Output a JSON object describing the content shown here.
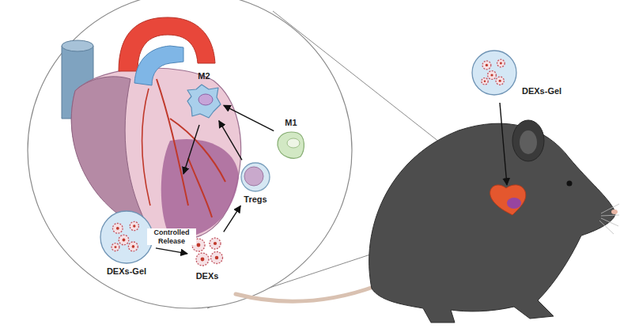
{
  "diagram": {
    "nodes": [
      {
        "text": [
          "M2"
        ]
      },
      {
        "text": [
          "M1"
        ]
      },
      {
        "text": [
          "Tregs"
        ]
      },
      {
        "text": [
          "DEXs-Gel"
        ]
      },
      {
        "text": [
          "DEXs"
        ]
      },
      {
        "text": [
          "DEXs-Gel"
        ]
      }
    ],
    "edges": [
      {
        "from": 3,
        "to": 4,
        "label": "Controlled Release",
        "arrow": "to"
      },
      {
        "from": 4,
        "to": 2,
        "arrow": "to"
      },
      {
        "from": 2,
        "to": 0,
        "arrow": "to"
      },
      {
        "from": 1,
        "to": 0,
        "arrow": "to"
      }
    ]
  }
}
